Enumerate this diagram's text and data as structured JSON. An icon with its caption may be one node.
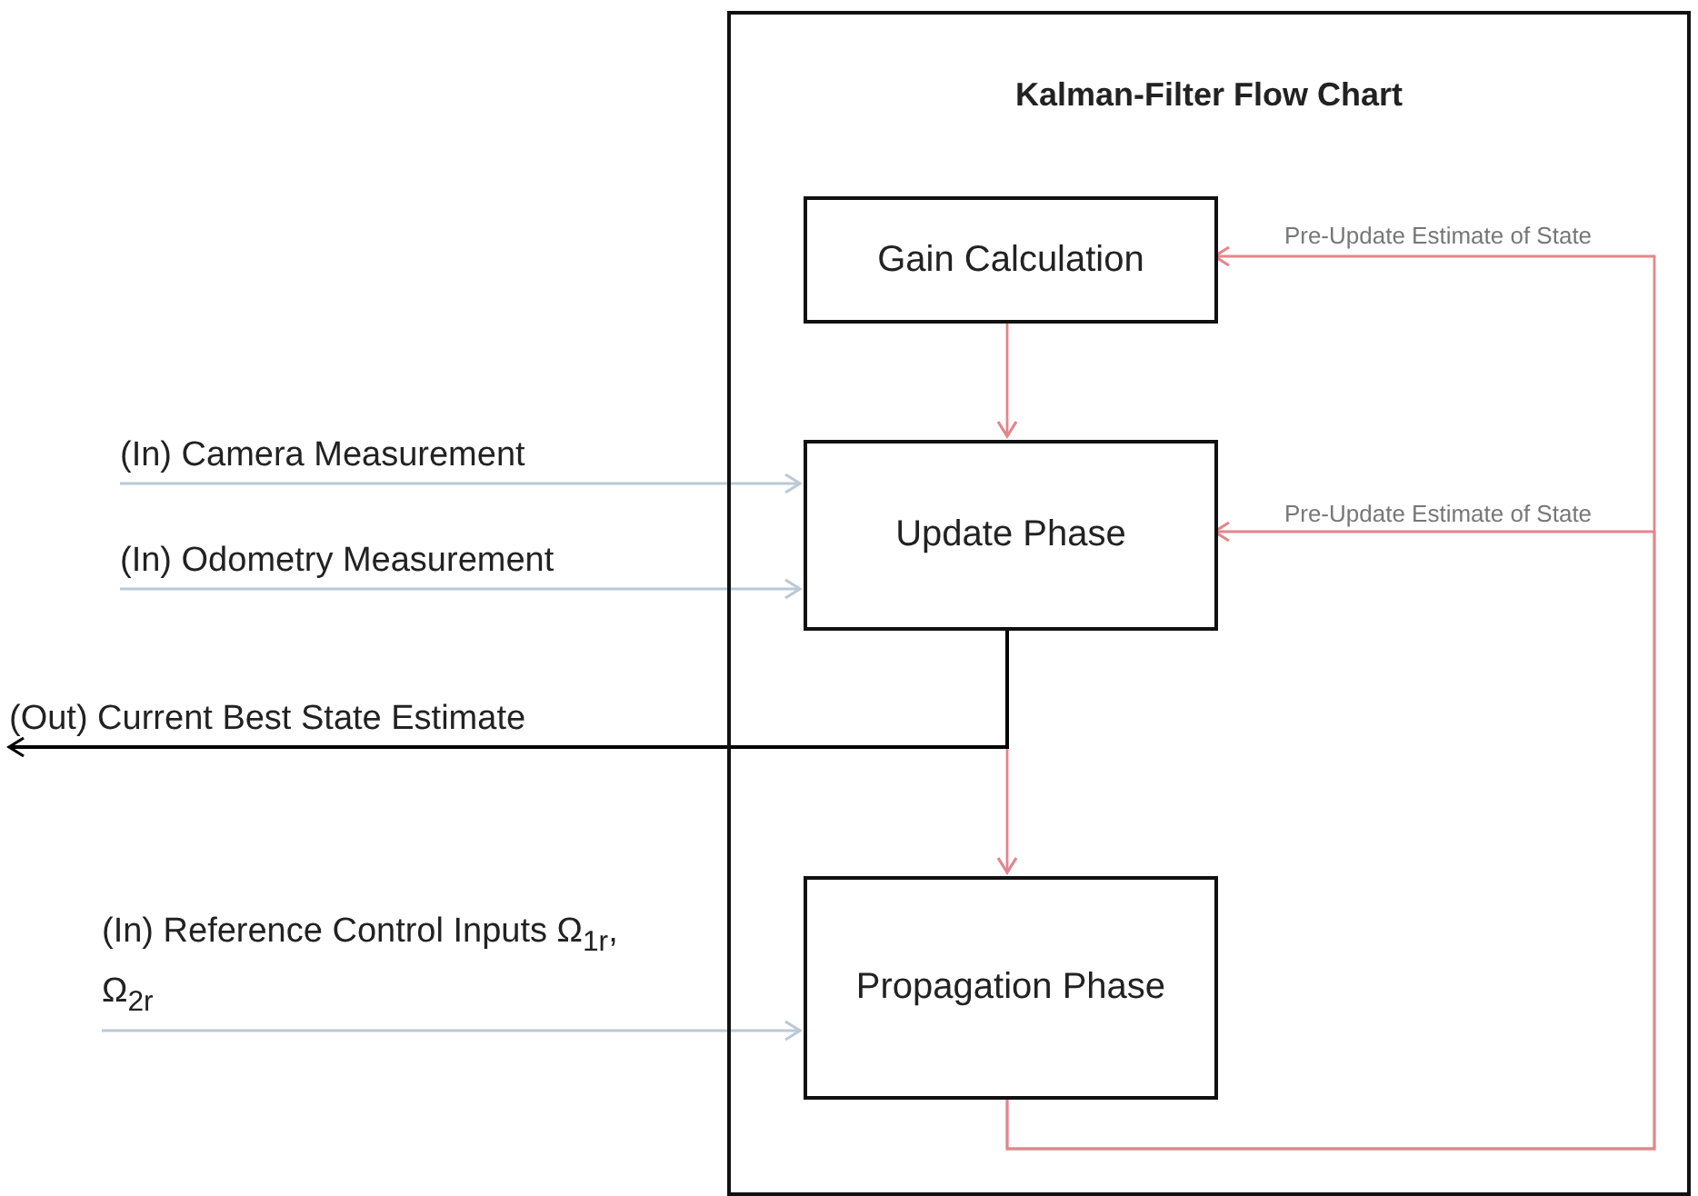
{
  "diagram": {
    "nodes": [
      {
        "text": [
          "Kalman-Filter Flow Chart"
        ]
      },
      {
        "text": [
          "Gain Calculation"
        ],
        "in": 0
      },
      {
        "text": [
          "Update Phase"
        ],
        "in": 0
      },
      {
        "text": [
          "Propagation Phase"
        ],
        "in": 0
      },
      {
        "text": [
          "(In) Camera Measurement"
        ]
      },
      {
        "text": [
          "(In) Odometry Measurement"
        ]
      },
      {
        "text": [
          "(Out) Current Best State Estimate"
        ]
      },
      {
        "text": [
          "(In) Reference Control Inputs Ω$_{1r}$, Ω$_{2r}$"
        ]
      }
    ],
    "edges": [
      {
        "from": 1,
        "to": 2,
        "arrow": "to"
      },
      {
        "from": 2,
        "to": 3,
        "arrow": "to"
      },
      {
        "from": 2,
        "to": 6,
        "arrow": "to",
        "color": "#000000"
      },
      {
        "from": 3,
        "to": 1,
        "arrow": "to",
        "label": "Pre-Update Estimate of State"
      },
      {
        "from": 3,
        "to": 2,
        "arrow": "to",
        "label": "Pre-Update Estimate of State"
      },
      {
        "from": 4,
        "to": 2,
        "arrow": "to",
        "color": "#b9c9d8"
      },
      {
        "from": 5,
        "to": 2,
        "arrow": "to",
        "color": "#b9c9d8"
      },
      {
        "from": 7,
        "to": 3,
        "arrow": "to",
        "color": "#b9c9d8"
      }
    ]
  }
}
